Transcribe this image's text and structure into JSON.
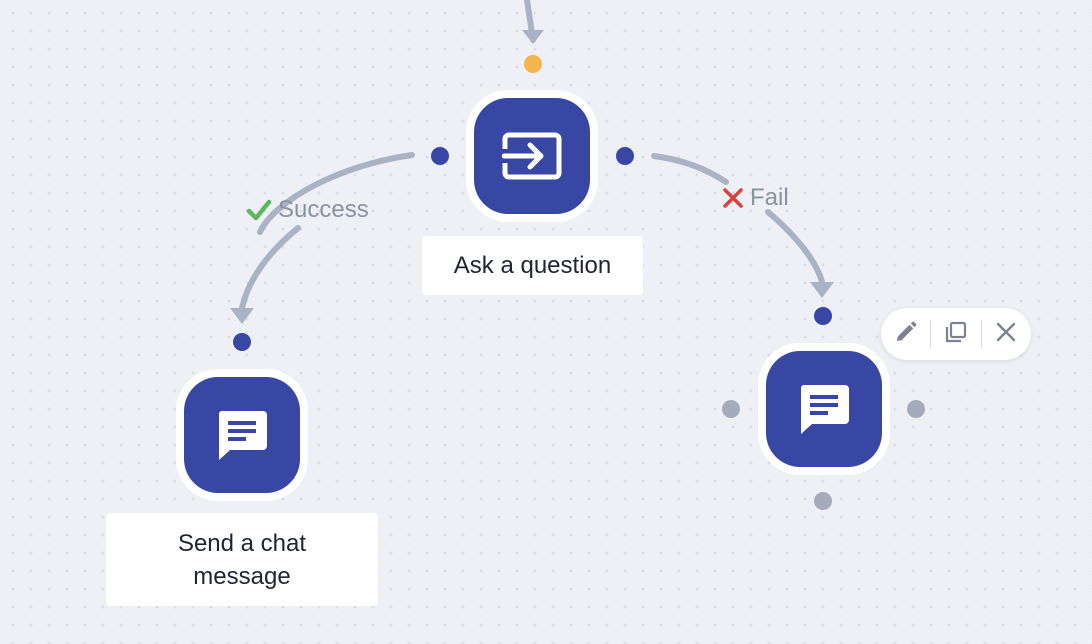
{
  "nodes": {
    "ask_question": {
      "label": "Ask a question",
      "icon": "input-arrow-icon"
    },
    "send_chat": {
      "label": "Send a chat message",
      "icon": "chat-message-icon"
    },
    "chat_selected": {
      "label": "",
      "icon": "chat-message-icon"
    }
  },
  "edges": {
    "success": {
      "label": "Success",
      "icon": "check-icon",
      "color": "#5cb85c"
    },
    "fail": {
      "label": "Fail",
      "icon": "cross-icon",
      "color": "#d9413b"
    }
  },
  "toolbar": {
    "edit_icon": "pencil-icon",
    "duplicate_icon": "copy-icon",
    "delete_icon": "close-icon"
  },
  "colors": {
    "node": "#3847a3",
    "port_active": "#3847a3",
    "port_inactive": "#a5abbb",
    "port_incoming": "#f4b54e",
    "connector": "#aab3c5",
    "canvas": "#eef0f5"
  }
}
